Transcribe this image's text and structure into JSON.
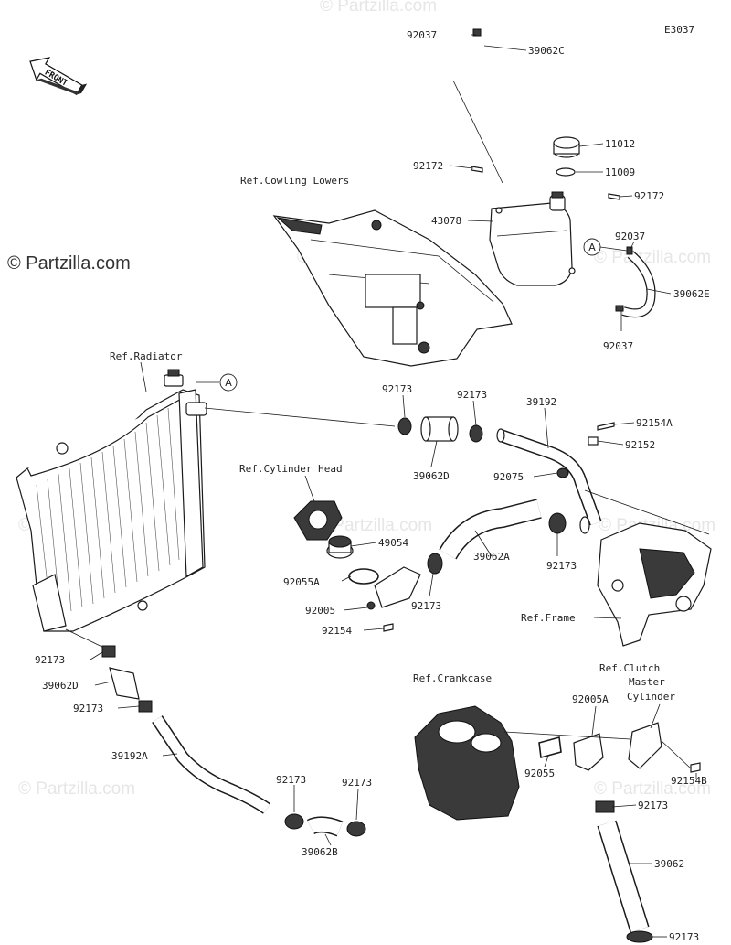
{
  "diagram_code": "E3037",
  "front_label": "FRONT",
  "brand": "© Partzilla.com",
  "watermark": "© Partzilla.com",
  "callout_letter": "A",
  "refs": {
    "cowling": "Ref.Cowling Lowers",
    "radiator": "Ref.Radiator",
    "cylinder_head": "Ref.Cylinder Head",
    "frame": "Ref.Frame",
    "crankcase": "Ref.Crankcase",
    "clutch_1": "Ref.Clutch",
    "clutch_2": "Master",
    "clutch_3": "Cylinder"
  },
  "parts": {
    "p92037_top": "92037",
    "p39062C": "39062C",
    "p11012": "11012",
    "p11009": "11009",
    "p92172_l": "92172",
    "p92172_r": "92172",
    "p43078": "43078",
    "p92037_a": "92037",
    "p39062E": "39062E",
    "p92037_b": "92037",
    "p92173_1": "92173",
    "p92173_2": "92173",
    "p39192": "39192",
    "p92154A": "92154A",
    "p92152": "92152",
    "p39062D": "39062D",
    "p92075": "92075",
    "p49054": "49054",
    "p92055A": "92055A",
    "p39062A": "39062A",
    "p92173_3": "92173",
    "p92005": "92005",
    "p92173_4": "92173",
    "p92154": "92154",
    "p92173_5": "92173",
    "p39062D_2": "39062D",
    "p92173_6": "92173",
    "p39192A": "39192A",
    "p92005A": "92005A",
    "p92154B": "92154B",
    "p92055": "92055",
    "p92173_7": "92173",
    "p92173_8": "92173",
    "p92173_9": "92173",
    "p39062B": "39062B",
    "p39062": "39062",
    "p92173_10": "92173"
  }
}
